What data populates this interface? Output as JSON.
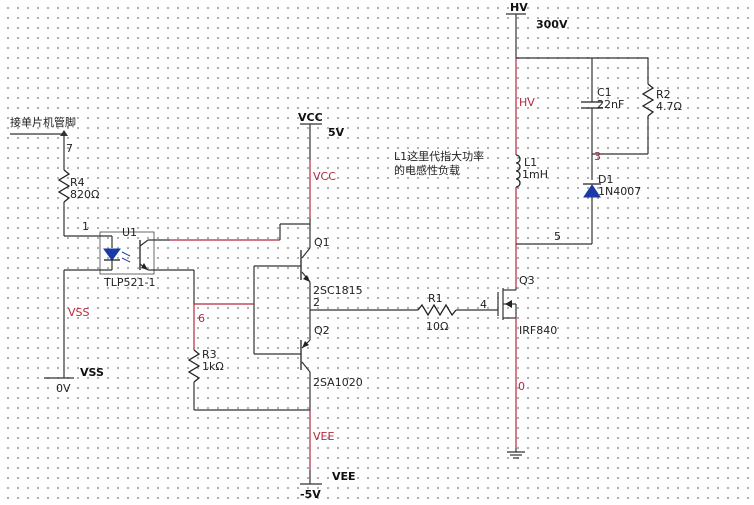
{
  "labels": {
    "hv_top": "HV",
    "hv_voltage": "300V",
    "hv_net": "HV",
    "c1_ref": "C1",
    "c1_val": "22nF",
    "r2_ref": "R2",
    "r2_val": "4.7Ω",
    "net3": "3",
    "d1_ref": "D1",
    "d1_val": "1N4007",
    "l1_ref": "L1",
    "l1_val": "1mH",
    "note_line1": "L1这里代指大功率",
    "note_line2": "的电感性负载",
    "net5": "5",
    "vcc_top": "VCC",
    "vcc_voltage": "5V",
    "vcc_net": "VCC",
    "q1_ref": "Q1",
    "q1_val": "2SC1815",
    "net2": "2",
    "q2_ref": "Q2",
    "q2_val": "2SA1020",
    "r1_ref": "R1",
    "r1_val": "10Ω",
    "net4": "4",
    "q3_ref": "Q3",
    "q3_val": "IRF840",
    "net0": "0",
    "mcu_label": "接单片机管脚",
    "net7": "7",
    "r4_ref": "R4",
    "r4_val": "820Ω",
    "net1": "1",
    "u1_ref": "U1",
    "u1_val": "TLP521-1",
    "vss_net": "VSS",
    "vss_label": "VSS",
    "vss_voltage": "0V",
    "net6": "6",
    "r3_ref": "R3",
    "r3_val": "1kΩ",
    "vee_net": "VEE",
    "vee_label": "VEE",
    "vee_voltage": "-5V"
  }
}
